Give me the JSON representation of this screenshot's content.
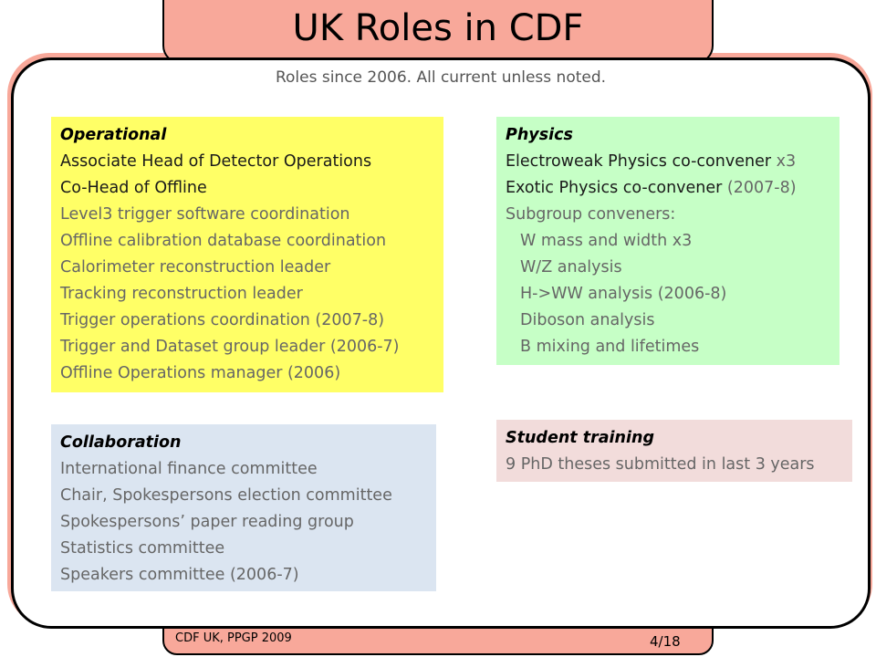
{
  "title": "UK Roles in CDF",
  "subtitle": "Roles since 2006.  All current unless noted.",
  "operational": {
    "heading": "Operational",
    "items": [
      "Associate Head of Detector Operations",
      "Co-Head of Offline",
      "Level3 trigger software coordination",
      "Offline calibration database coordination",
      "Calorimeter reconstruction leader",
      "Tracking reconstruction leader",
      "Trigger operations coordination (2007-8)",
      "Trigger and Dataset group leader (2006-7)",
      "Offline Operations manager (2006)"
    ]
  },
  "physics": {
    "heading": "Physics",
    "line1_main": "Electroweak Physics co-convener",
    "line1_note": " x3",
    "line2_main": "Exotic Physics co-convener",
    "line2_note": " (2007-8)",
    "subgroup_label": "Subgroup conveners:",
    "subgroups": [
      "W mass and width  x3",
      "W/Z analysis",
      "H->WW analysis (2006-8)",
      "Diboson analysis",
      "B mixing and lifetimes"
    ]
  },
  "collaboration": {
    "heading": "Collaboration",
    "items": [
      "International finance committee",
      "Chair, Spokespersons election committee",
      "Spokespersons’ paper reading group",
      "Statistics committee",
      "Speakers committee (2006-7)"
    ]
  },
  "student": {
    "heading": "Student training",
    "items": [
      "9 PhD theses submitted in last 3 years"
    ]
  },
  "footer": {
    "left": "CDF UK, PPGP 2009",
    "right": "4/18"
  }
}
